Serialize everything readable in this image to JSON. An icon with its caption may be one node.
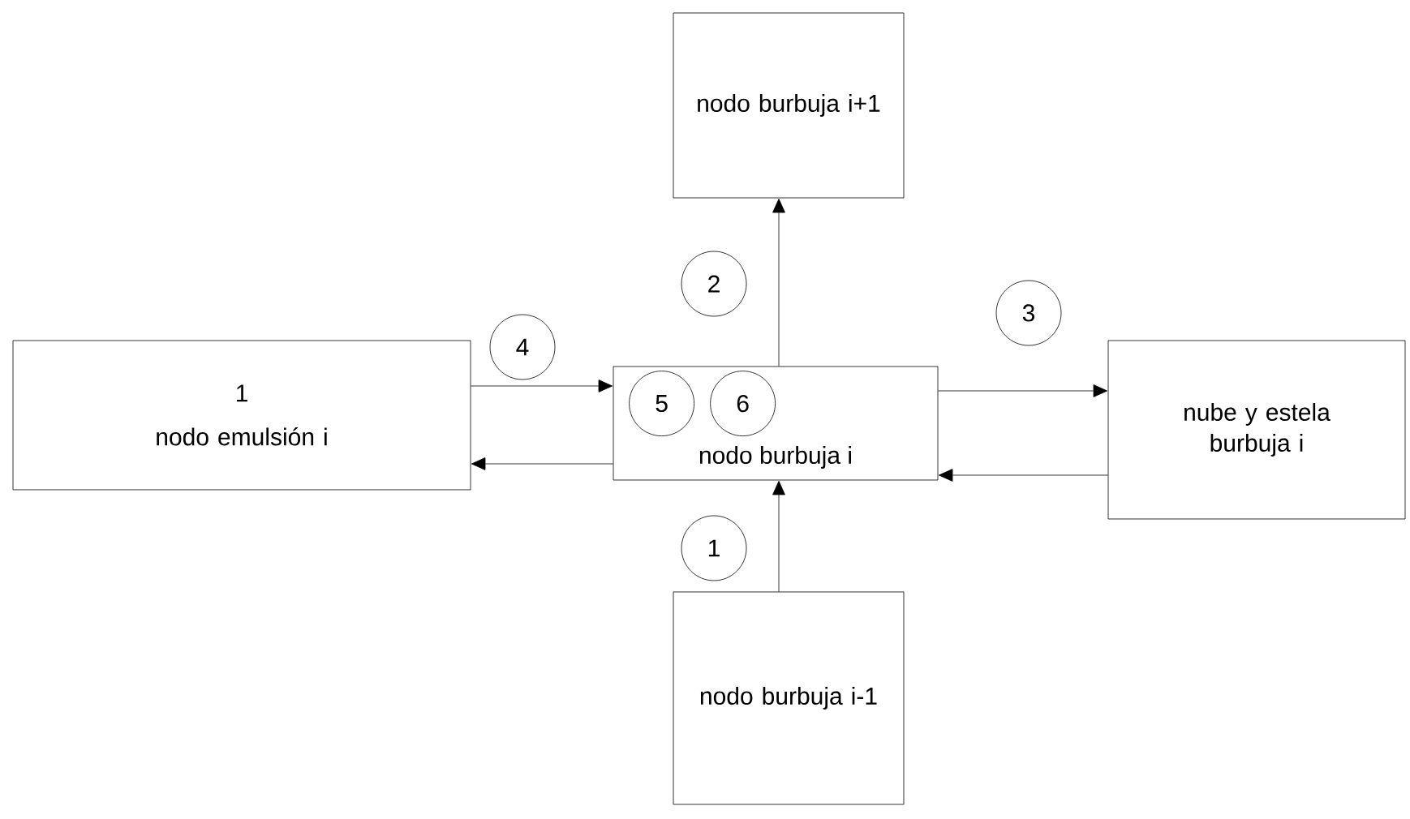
{
  "diagram": {
    "nodes": [
      {
        "text": [
          "nodo burbuja i+1"
        ]
      },
      {
        "text": [
          "2"
        ]
      },
      {
        "text": [
          "4"
        ]
      },
      {
        "text": [
          "3"
        ]
      },
      {
        "text": [
          "1",
          "nodo emulsión i"
        ]
      },
      {
        "text": [
          "nodo burbuja i"
        ]
      },
      {
        "text": [
          "5"
        ],
        "in": 5
      },
      {
        "text": [
          "6"
        ],
        "in": 5
      },
      {
        "text": [
          "nube y estela burbuja i"
        ]
      },
      {
        "text": [
          "1"
        ]
      },
      {
        "text": [
          "nodo burbuja i-1"
        ]
      }
    ],
    "edges": [
      {
        "from": 10,
        "to": 5,
        "arrow": "to"
      },
      {
        "from": 5,
        "to": 0,
        "arrow": "to"
      },
      {
        "from": 4,
        "to": 5,
        "arrow": "to"
      },
      {
        "from": 5,
        "to": 4,
        "arrow": "to"
      },
      {
        "from": 5,
        "to": 8,
        "arrow": "to"
      },
      {
        "from": 8,
        "to": 5,
        "arrow": "to"
      }
    ]
  }
}
